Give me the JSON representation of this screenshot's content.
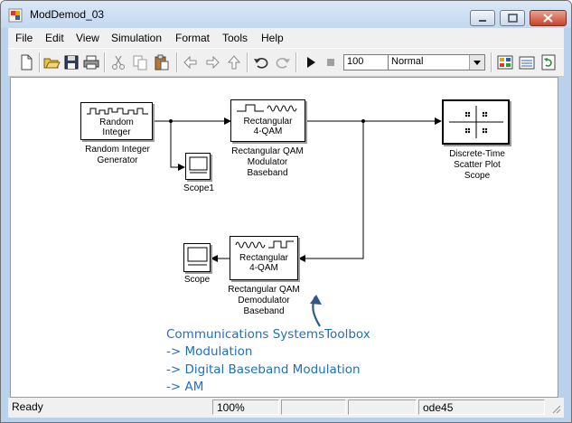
{
  "window": {
    "title": "ModDemod_03"
  },
  "menu": [
    "File",
    "Edit",
    "View",
    "Simulation",
    "Format",
    "Tools",
    "Help"
  ],
  "toolbar": {
    "icons": [
      "new-file-icon",
      "open-folder-icon",
      "save-icon",
      "print-icon",
      "cut-icon",
      "copy-icon",
      "paste-icon",
      "back-arrow-icon",
      "forward-arrow-icon",
      "up-arrow-icon",
      "undo-icon",
      "redo-icon",
      "play-icon",
      "stop-icon",
      "library-browser-icon",
      "model-explorer-icon",
      "refresh-icon"
    ],
    "stop_time": "100",
    "sim_mode": "Normal"
  },
  "blocks": {
    "random_integer": {
      "inner": [
        "Random",
        "Integer"
      ],
      "label": [
        "Random Integer",
        "Generator"
      ]
    },
    "qam_mod": {
      "inner": [
        "Rectangular",
        "4-QAM"
      ],
      "label": [
        "Rectangular QAM",
        "Modulator",
        "Baseband"
      ]
    },
    "scatter": {
      "label": [
        "Discrete-Time",
        "Scatter Plot",
        "Scope"
      ]
    },
    "scope1": {
      "label": "Scope1"
    },
    "qam_demod": {
      "inner": [
        "Rectangular",
        "4-QAM"
      ],
      "label": [
        "Rectangular QAM",
        "Demodulator",
        "Baseband"
      ]
    },
    "scope": {
      "label": "Scope"
    }
  },
  "annotation": [
    "Communications SystemsToolbox",
    "-> Modulation",
    "-> Digital Baseband Modulation",
    "-> AM"
  ],
  "status": {
    "state": "Ready",
    "zoom": "100%",
    "solver": "ode45"
  },
  "colors": {
    "annotation": "#1f6fbf",
    "arrow_accent": "#2f5a86"
  }
}
